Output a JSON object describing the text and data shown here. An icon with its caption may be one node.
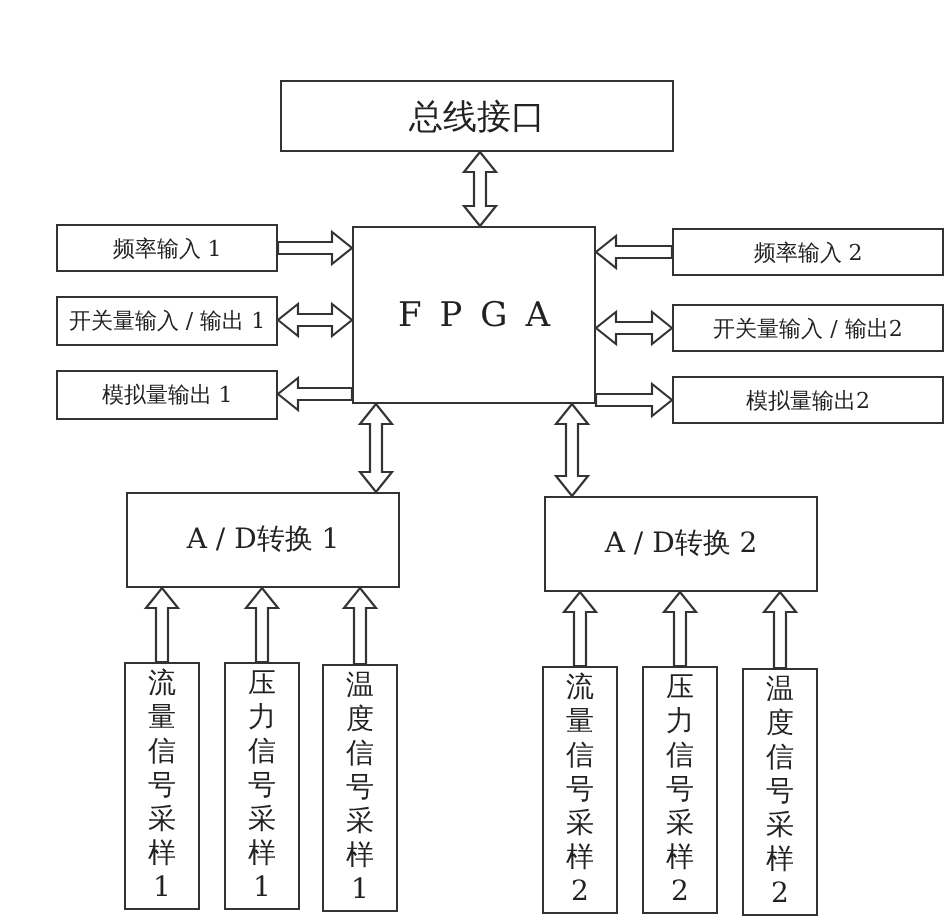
{
  "diagram": {
    "nodes": [
      {
        "text": [
          "总线接口"
        ]
      },
      {
        "text": [
          "FPGA"
        ]
      },
      {
        "text": [
          "频率输入 1"
        ]
      },
      {
        "text": [
          "开关量输入 / 输出 1"
        ]
      },
      {
        "text": [
          "模拟量输出 1"
        ]
      },
      {
        "text": [
          "频率输入 2"
        ]
      },
      {
        "text": [
          "开关量输入 / 输出2"
        ]
      },
      {
        "text": [
          "模拟量输出2"
        ]
      },
      {
        "text": [
          "A / D转换 1"
        ]
      },
      {
        "text": [
          "A / D转换 2"
        ]
      },
      {
        "text": [
          "流量信号采样1"
        ]
      },
      {
        "text": [
          "压力信号采样1"
        ]
      },
      {
        "text": [
          "温度信号采样1"
        ]
      },
      {
        "text": [
          "流量信号采样2"
        ]
      },
      {
        "text": [
          "压力信号采样2"
        ]
      },
      {
        "text": [
          "温度信号采样2"
        ]
      }
    ],
    "edges": [
      {
        "from": 0,
        "to": 1,
        "arrow": "both"
      },
      {
        "from": 2,
        "to": 1,
        "arrow": "to"
      },
      {
        "from": 3,
        "to": 1,
        "arrow": "both"
      },
      {
        "from": 1,
        "to": 4,
        "arrow": "to"
      },
      {
        "from": 5,
        "to": 1,
        "arrow": "to"
      },
      {
        "from": 6,
        "to": 1,
        "arrow": "both"
      },
      {
        "from": 1,
        "to": 7,
        "arrow": "to"
      },
      {
        "from": 1,
        "to": 8,
        "arrow": "both"
      },
      {
        "from": 1,
        "to": 9,
        "arrow": "both"
      },
      {
        "from": 10,
        "to": 8,
        "arrow": "to"
      },
      {
        "from": 11,
        "to": 8,
        "arrow": "to"
      },
      {
        "from": 12,
        "to": 8,
        "arrow": "to"
      },
      {
        "from": 13,
        "to": 9,
        "arrow": "to"
      },
      {
        "from": 14,
        "to": 9,
        "arrow": "to"
      },
      {
        "from": 15,
        "to": 9,
        "arrow": "to"
      }
    ]
  }
}
